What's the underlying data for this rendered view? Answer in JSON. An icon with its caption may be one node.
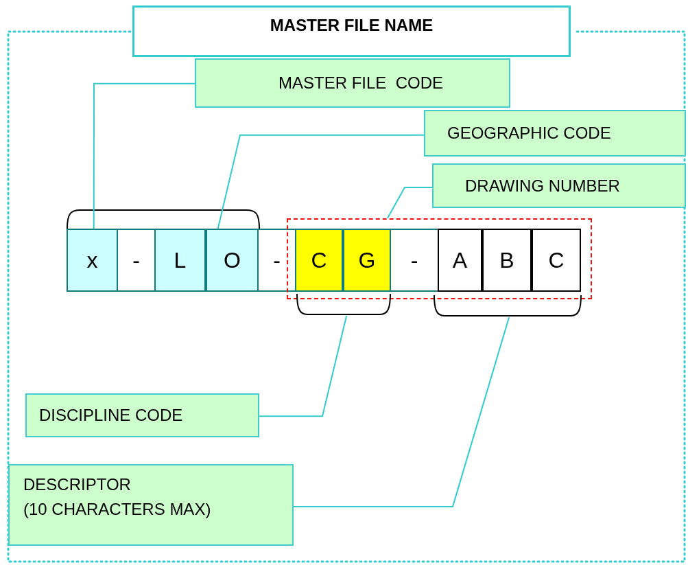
{
  "diagram": {
    "nodes": [
      {
        "text": [
          "MASTER FILE NAME"
        ]
      },
      {
        "text": [
          "MASTER FILE  CODE"
        ]
      },
      {
        "text": [
          "GEOGRAPHIC CODE"
        ]
      },
      {
        "text": [
          "DRAWING NUMBER"
        ]
      },
      {
        "text": [
          "x"
        ]
      },
      {
        "text": [
          "-"
        ]
      },
      {
        "text": [
          "L"
        ]
      },
      {
        "text": [
          "O"
        ]
      },
      {
        "text": [
          "-"
        ]
      },
      {
        "text": [
          "C"
        ],
        "in": 15
      },
      {
        "text": [
          "G"
        ],
        "in": 15
      },
      {
        "text": [
          "-"
        ],
        "in": 15
      },
      {
        "text": [
          "A"
        ],
        "in": 15
      },
      {
        "text": [
          "B"
        ],
        "in": 15
      },
      {
        "text": [
          "C"
        ],
        "in": 15
      },
      {
        "text": [],
        "shape": "box"
      },
      {
        "text": [],
        "shape": "bracket"
      },
      {
        "text": [],
        "shape": "bracket"
      },
      {
        "text": [
          "DISCIPLINE CODE"
        ]
      },
      {
        "text": [
          "DESCRIPTOR (10 CHARACTERS MAX)"
        ]
      },
      {
        "text": [],
        "shape": "bracket"
      }
    ],
    "edges": [
      {
        "from": 1,
        "to": 4,
        "arrow": "none"
      },
      {
        "from": 2,
        "to": 7,
        "arrow": "none"
      },
      {
        "from": 3,
        "to": 15,
        "arrow": "none"
      },
      {
        "from": 18,
        "to": 16,
        "arrow": "none"
      },
      {
        "from": 19,
        "to": 17,
        "arrow": "none"
      }
    ]
  }
}
